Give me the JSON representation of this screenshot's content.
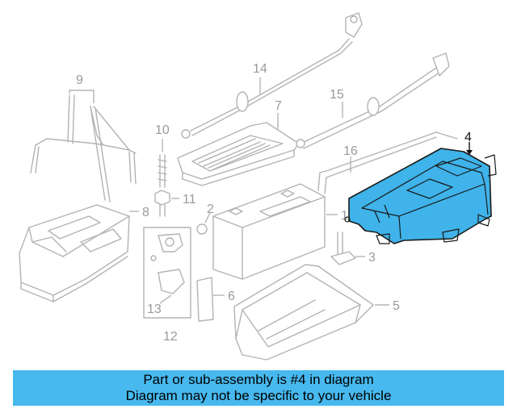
{
  "callouts": [
    "1",
    "2",
    "3",
    "4",
    "5",
    "6",
    "7",
    "8",
    "9",
    "10",
    "11",
    "12",
    "13",
    "14",
    "15",
    "16"
  ],
  "highlighted_part": "4",
  "highlight_color": "#3fb3ea",
  "banner": {
    "line1": "Part or sub-assembly is #4 in diagram",
    "line2": "Diagram may not be specific to your vehicle",
    "color": "#47b9ef"
  }
}
